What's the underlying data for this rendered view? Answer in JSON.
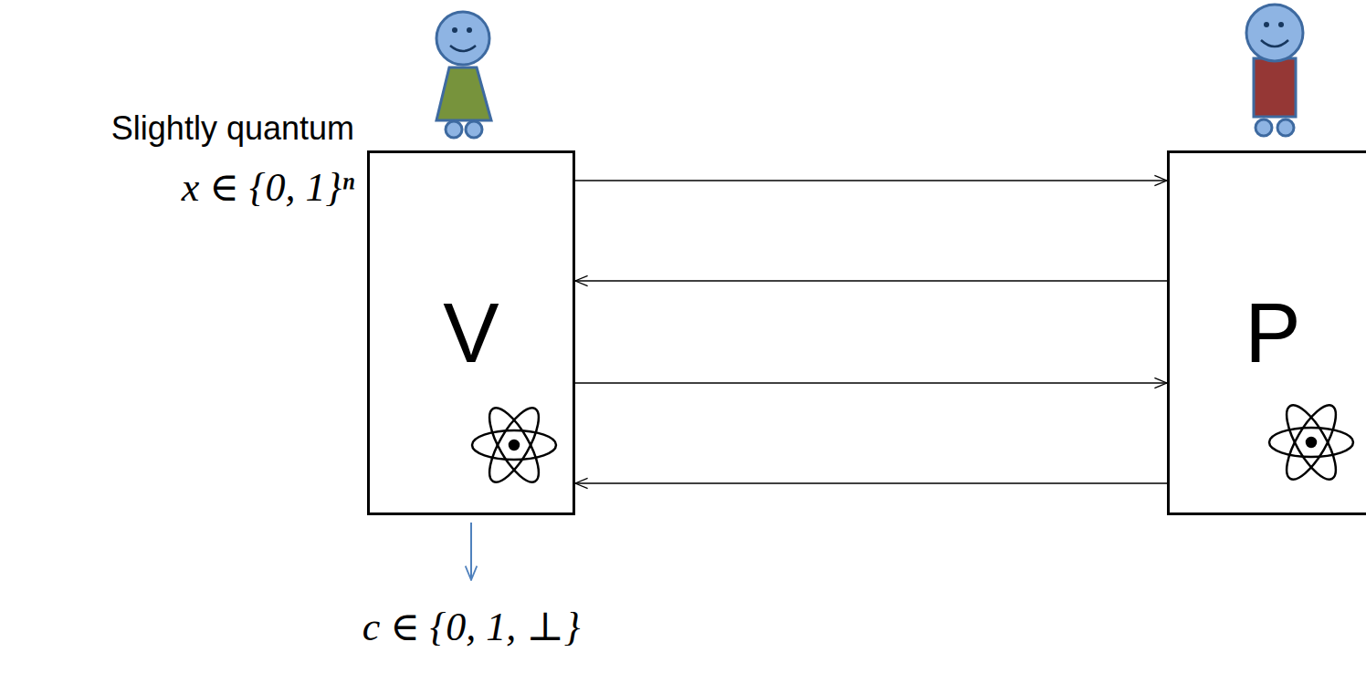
{
  "diagram": {
    "nodes": [
      {
        "text": [
          "V"
        ]
      },
      {
        "text": [
          "P"
        ]
      }
    ],
    "edges": [
      {
        "from": 0,
        "to": 1,
        "arrow": "to"
      },
      {
        "from": 1,
        "to": 0,
        "arrow": "to"
      },
      {
        "from": 0,
        "to": 1,
        "arrow": "to"
      },
      {
        "from": 1,
        "to": 0,
        "arrow": "to"
      }
    ],
    "labels": [
      "Slightly quantum",
      "x ∈ {0, 1}ⁿ",
      "c ∈ {0, 1, ⊥}"
    ]
  }
}
